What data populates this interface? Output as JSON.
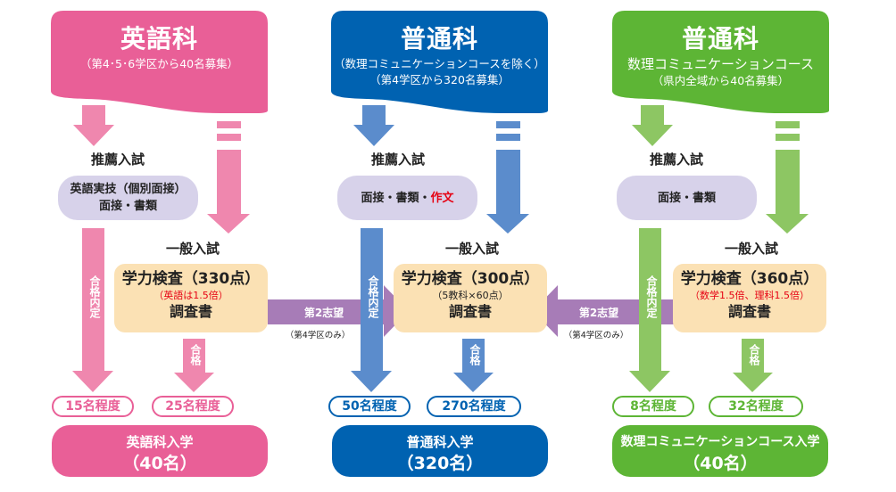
{
  "colors": {
    "english_dark": "#e95f97",
    "english_light": "#ef87ae",
    "general_dark": "#0062b1",
    "general_light": "#5b8ccc",
    "math_dark": "#5db535",
    "math_light": "#8dc663",
    "recommend_box": "#d7d2ea",
    "exam_box": "#fbe1b4",
    "second_choice": "#a77cb7",
    "emphasis_red": "#e60012"
  },
  "columns": [
    {
      "id": "english",
      "header": {
        "title": "英語科",
        "sub1": "（第4･5･6学区から40名募集）",
        "sub2": ""
      },
      "recommend": {
        "label": "推薦入試",
        "line1": "英語実技（個別面接）",
        "line2": "面接・書類",
        "line2_red": ""
      },
      "general": {
        "label": "一般入試",
        "exam_title": "学力検査（330点）",
        "exam_note": "（英語は1.5倍）",
        "exam_note_red": true,
        "survey": "調査書"
      },
      "provisional_label": "合格内定",
      "pass_label": "合格",
      "recommend_count": "15名程度",
      "general_count": "25名程度",
      "result": {
        "line1": "英語科入学",
        "line2": "（40名）"
      }
    },
    {
      "id": "general",
      "header": {
        "title": "普通科",
        "sub1": "（数理コミュニケーションコースを除く）",
        "sub2": "（第4学区から320名募集）"
      },
      "recommend": {
        "label": "推薦入試",
        "line1": "面接・書類・",
        "line2": "",
        "line2_red": "作文"
      },
      "general": {
        "label": "一般入試",
        "exam_title": "学力検査（300点）",
        "exam_note": "（5教科×60点）",
        "exam_note_red": false,
        "survey": "調査書"
      },
      "provisional_label": "合格内定",
      "pass_label": "合格",
      "recommend_count": "50名程度",
      "general_count": "270名程度",
      "result": {
        "line1": "普通科入学",
        "line2": "（320名）"
      }
    },
    {
      "id": "math",
      "header": {
        "title": "普通科",
        "sub1": "数理コミュニケーションコース",
        "sub2": "（県内全域から40名募集）"
      },
      "recommend": {
        "label": "推薦入試",
        "line1": "面接・書類",
        "line2": "",
        "line2_red": ""
      },
      "general": {
        "label": "一般入試",
        "exam_title": "学力検査（360点）",
        "exam_note": "（数学1.5倍、理科1.5倍）",
        "exam_note_red": true,
        "survey": "調査書"
      },
      "provisional_label": "合格内定",
      "pass_label": "合格",
      "recommend_count": "8名程度",
      "general_count": "32名程度",
      "result": {
        "line1": "数理コミュニケーションコース入学",
        "line2": "（40名）"
      }
    }
  ],
  "second_choice": [
    {
      "label": "第2志望",
      "note": "（第4学区のみ）",
      "direction": "right"
    },
    {
      "label": "第2志望",
      "note": "（第4学区のみ）",
      "direction": "left"
    }
  ]
}
